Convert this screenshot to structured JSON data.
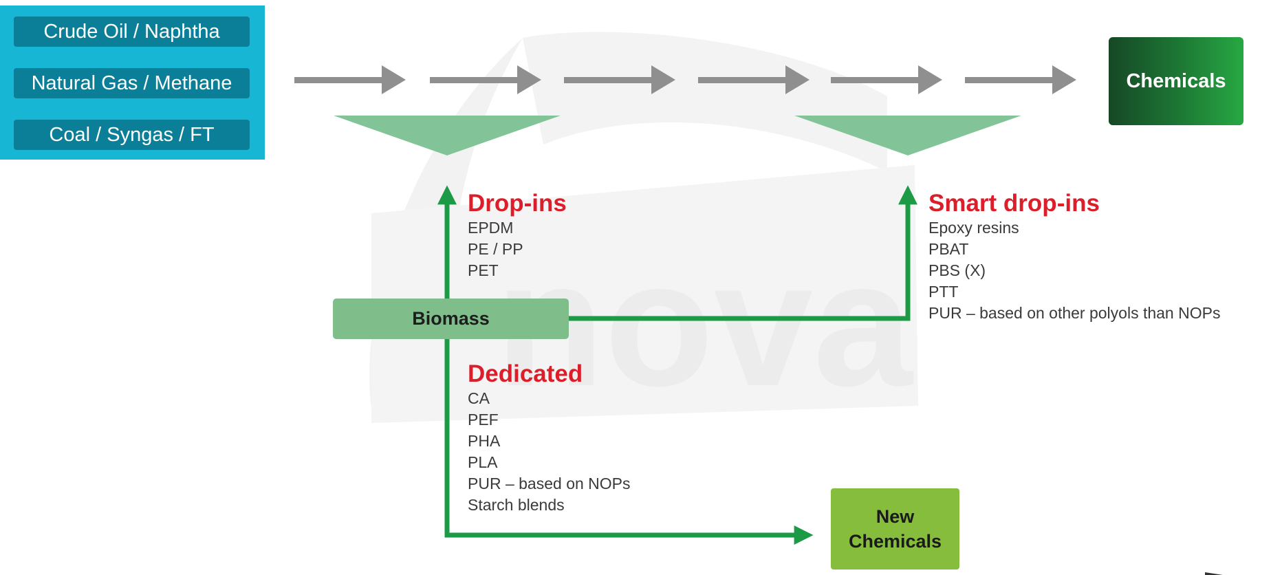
{
  "feedstocks": [
    "Crude Oil / Naphtha",
    "Natural Gas / Methane",
    "Coal / Syngas / FT"
  ],
  "chemicals_label": "Chemicals",
  "biomass_label": "Biomass",
  "new_chemicals_label": "New Chemicals",
  "drop_ins": {
    "title": "Drop-ins",
    "items": [
      "EPDM",
      "PE / PP",
      "PET"
    ]
  },
  "smart_drop_ins": {
    "title": "Smart drop-ins",
    "items": [
      "Epoxy resins",
      "PBAT",
      "PBS (X)",
      "PTT",
      "PUR – based on other polyols than NOPs"
    ]
  },
  "dedicated": {
    "title": "Dedicated",
    "items": [
      "CA",
      "PEF",
      "PHA",
      "PLA",
      "PUR – based on NOPs",
      "Starch blends"
    ]
  },
  "colors": {
    "feedstock_bg": "#16b6d4",
    "feedstock_item": "#0c7f98",
    "flow_arrow": "#8f8f8f",
    "bio_arrow": "#1c9a46",
    "funnel": "#83c398",
    "biomass_box": "#7fbd8a",
    "new_chemicals": "#86bd3c",
    "section_title": "#dc1e2a"
  },
  "watermark": "nova"
}
